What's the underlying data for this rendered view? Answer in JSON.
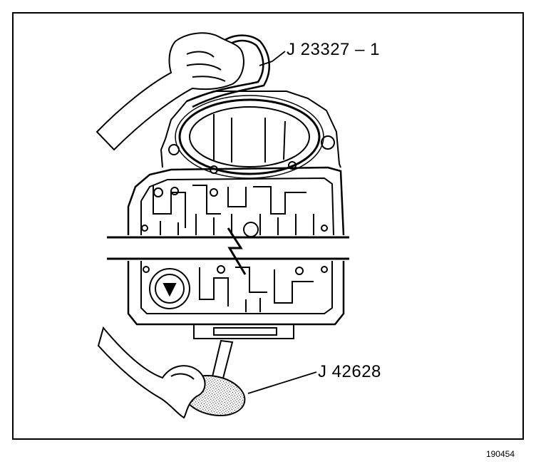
{
  "figure": {
    "callouts": {
      "tool_top": "J 23327 – 1",
      "tool_bottom": "J 42628"
    },
    "figure_number": "190454"
  }
}
